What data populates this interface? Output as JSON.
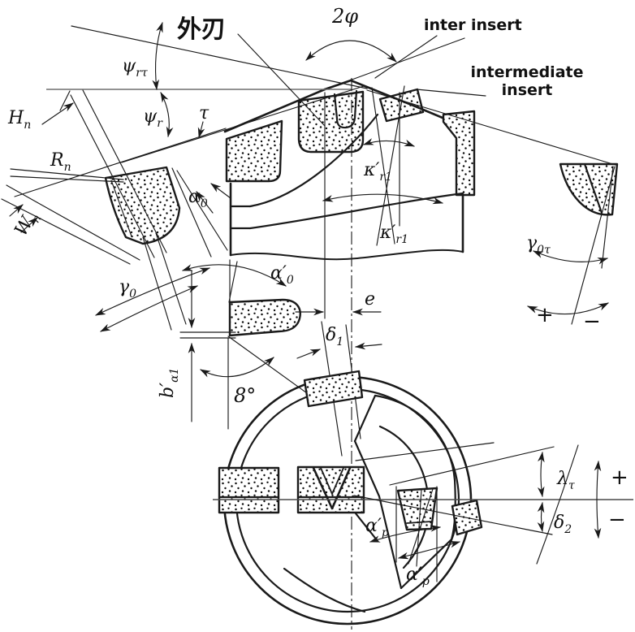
{
  "figure": {
    "background": "#ffffff",
    "ink_color": "#1a1a1a",
    "reference_line_color": "#6e6e6e",
    "insert_fill": "stippled-carbide"
  },
  "annotations": {
    "outer_edge_cn": "外刃",
    "two_phi": "2φ",
    "inter_insert": "inter insert",
    "intermediate_insert_line1": "intermediate",
    "intermediate_insert_line2": "insert",
    "psi_r_tau": {
      "base": "ψ",
      "sub": "rτ"
    },
    "psi_r": {
      "base": "ψ",
      "sub": "r"
    },
    "tau": "τ",
    "H_n": {
      "base": "H",
      "sub": "n"
    },
    "R_n": {
      "base": "R",
      "sub": "n"
    },
    "W_n": {
      "base": "W",
      "sub": "n"
    },
    "alpha_0": {
      "base": "α",
      "sub": "0"
    },
    "kappa_r1_upper": {
      "base": "κ′",
      "sub": "r1"
    },
    "kappa_r1_lower": {
      "base": "κ′",
      "sub": "r1"
    },
    "gamma_0": {
      "base": "γ",
      "sub": "0"
    },
    "gamma_0_tau": {
      "base": "γ",
      "sub": "0τ"
    },
    "alpha_0_prime": {
      "base": "α′",
      "sub": "0"
    },
    "e_offset": "e",
    "delta_1": {
      "base": "δ",
      "sub": "1"
    },
    "b_alpha_1": {
      "base": "b′",
      "sub": "α1"
    },
    "eight_degrees": "8°",
    "alpha_p_prime_1": {
      "base": "α′",
      "sub": "p"
    },
    "alpha_p_prime_2": {
      "base": "α′",
      "sub": "p"
    },
    "lambda_tau": {
      "base": "λ",
      "sub": "τ"
    },
    "delta_2": {
      "base": "δ",
      "sub": "2"
    },
    "plus_rake": "+",
    "minus_rake": "−",
    "plus_incl": "+",
    "minus_incl": "−"
  }
}
